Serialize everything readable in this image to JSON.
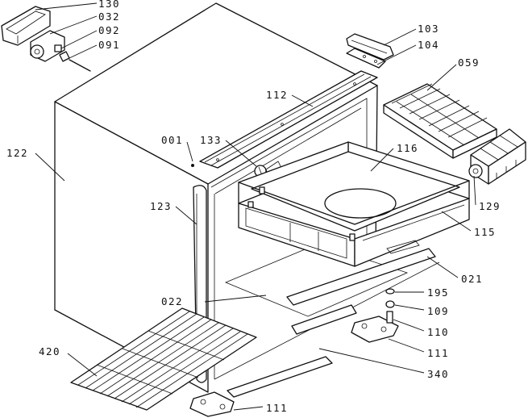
{
  "labels": {
    "p130": "130",
    "p032": "032",
    "p092": "092",
    "p091": "091",
    "p103": "103",
    "p104": "104",
    "p059": "059",
    "p112": "112",
    "p001": "001",
    "p133": "133",
    "p116": "116",
    "p122": "122",
    "p123": "123",
    "p129": "129",
    "p115": "115",
    "p021": "021",
    "p022": "022",
    "p195": "195",
    "p109": "109",
    "p110": "110",
    "p420": "420",
    "p111a": "111",
    "p340": "340",
    "p111b": "111"
  }
}
